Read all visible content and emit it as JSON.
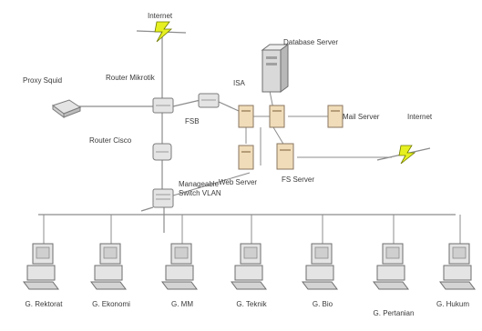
{
  "nodes": {
    "internet_top": "Internet",
    "internet_right": "Internet",
    "proxy": "Proxy Squid",
    "router_mikrotik": "Router Mikrotik",
    "database_server": "Database Server",
    "isa": "ISA",
    "fsb": "FSB",
    "router_cisco": "Router Cisco",
    "web_server": "Web Server",
    "fs_server": "FS Server",
    "mail_server": "Mail Server",
    "switch_vlan": "Manageable Switch VLAN"
  },
  "pcs": [
    {
      "label": "G. Rektorat"
    },
    {
      "label": "G. Ekonomi"
    },
    {
      "label": "G. MM"
    },
    {
      "label": "G. Teknik"
    },
    {
      "label": "G. Bio"
    },
    {
      "label": "G. Pertanian"
    },
    {
      "label": "G. Hukum"
    }
  ],
  "icon_colors": {
    "device": "#e4e4e4",
    "device_edge": "#7b7b7b",
    "server": "#f0dcb8",
    "server_edge": "#8a7660",
    "database": "#d9d9d9",
    "cloud_bolt": "#e6f021",
    "cable": "#8c8c8c"
  }
}
